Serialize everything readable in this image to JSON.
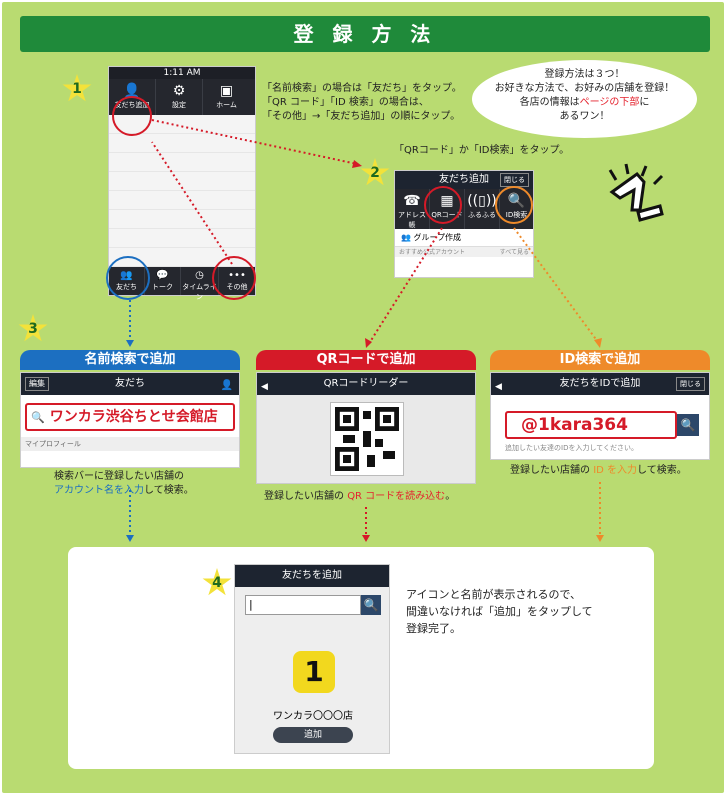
{
  "title": "登 録 方 法",
  "bubble": [
    "登録方法は３つ！",
    "お好きな方法で、お好みの店舗を登録！",
    "各店の情報は",
    "ページの下部",
    "に",
    "あるワン！"
  ],
  "step1": {
    "num": "1",
    "note": [
      "「名前検索」の場合は「友だち」をタップ。",
      "「QR コード」「ID 検索」の場合は、",
      "「その他」→「友だち追加」の順にタップ。"
    ],
    "status_time": "1:11 AM",
    "icons": [
      "友だち追加",
      "設定",
      "ホーム"
    ],
    "bottom": [
      "友だち",
      "トーク",
      "タイムライン",
      "その他"
    ]
  },
  "step2": {
    "num": "2",
    "note": "「QRコード」か「ID検索」をタップ。",
    "header": "友だち追加",
    "close": "閉じる",
    "icons": [
      "アドレス帳",
      "QRコード",
      "ふるふる",
      "ID検索"
    ],
    "row1": "グループ作成",
    "row2": "おすすめ公式アカウント",
    "row2b": "すべて見る"
  },
  "step3": {
    "num": "3",
    "name": {
      "header": "名前検索で追加",
      "bar_left": "編集",
      "bar_title": "友だち",
      "search_value": "ワンカラ渋谷ちとせ会館店",
      "row": "マイプロフィール",
      "desc1": "検索バーに登録したい店舗の",
      "desc2a": "アカウント名を入力",
      "desc2b": "して検索。"
    },
    "qr": {
      "header": "QRコードで追加",
      "bar_title": "QRコードリーダー",
      "desc1": "登録したい店舗の ",
      "desc2": "QR コードを読み込む",
      "desc3": "。"
    },
    "id": {
      "header": "ID検索で追加",
      "bar_title": "友だちをIDで追加",
      "close": "閉じる",
      "search_value": "@1kara364",
      "hint": "追加したい友達のIDを入力してください。",
      "desc1": "登録したい店舗の ",
      "desc2": "ID を入力",
      "desc3": "して検索。"
    }
  },
  "step4": {
    "num": "4",
    "header": "友だちを追加",
    "store_name": "ワンカラ〇〇〇店",
    "add_button": "追加",
    "desc": [
      "アイコンと名前が表示されるので、",
      "間違いなければ「追加」をタップして",
      "登録完了。"
    ]
  },
  "colors": {
    "green_bg": "#b9db71",
    "title": "#1f8a3a",
    "blue": "#1c6fc1",
    "red": "#e4232e",
    "orange": "#ee8a2a"
  }
}
